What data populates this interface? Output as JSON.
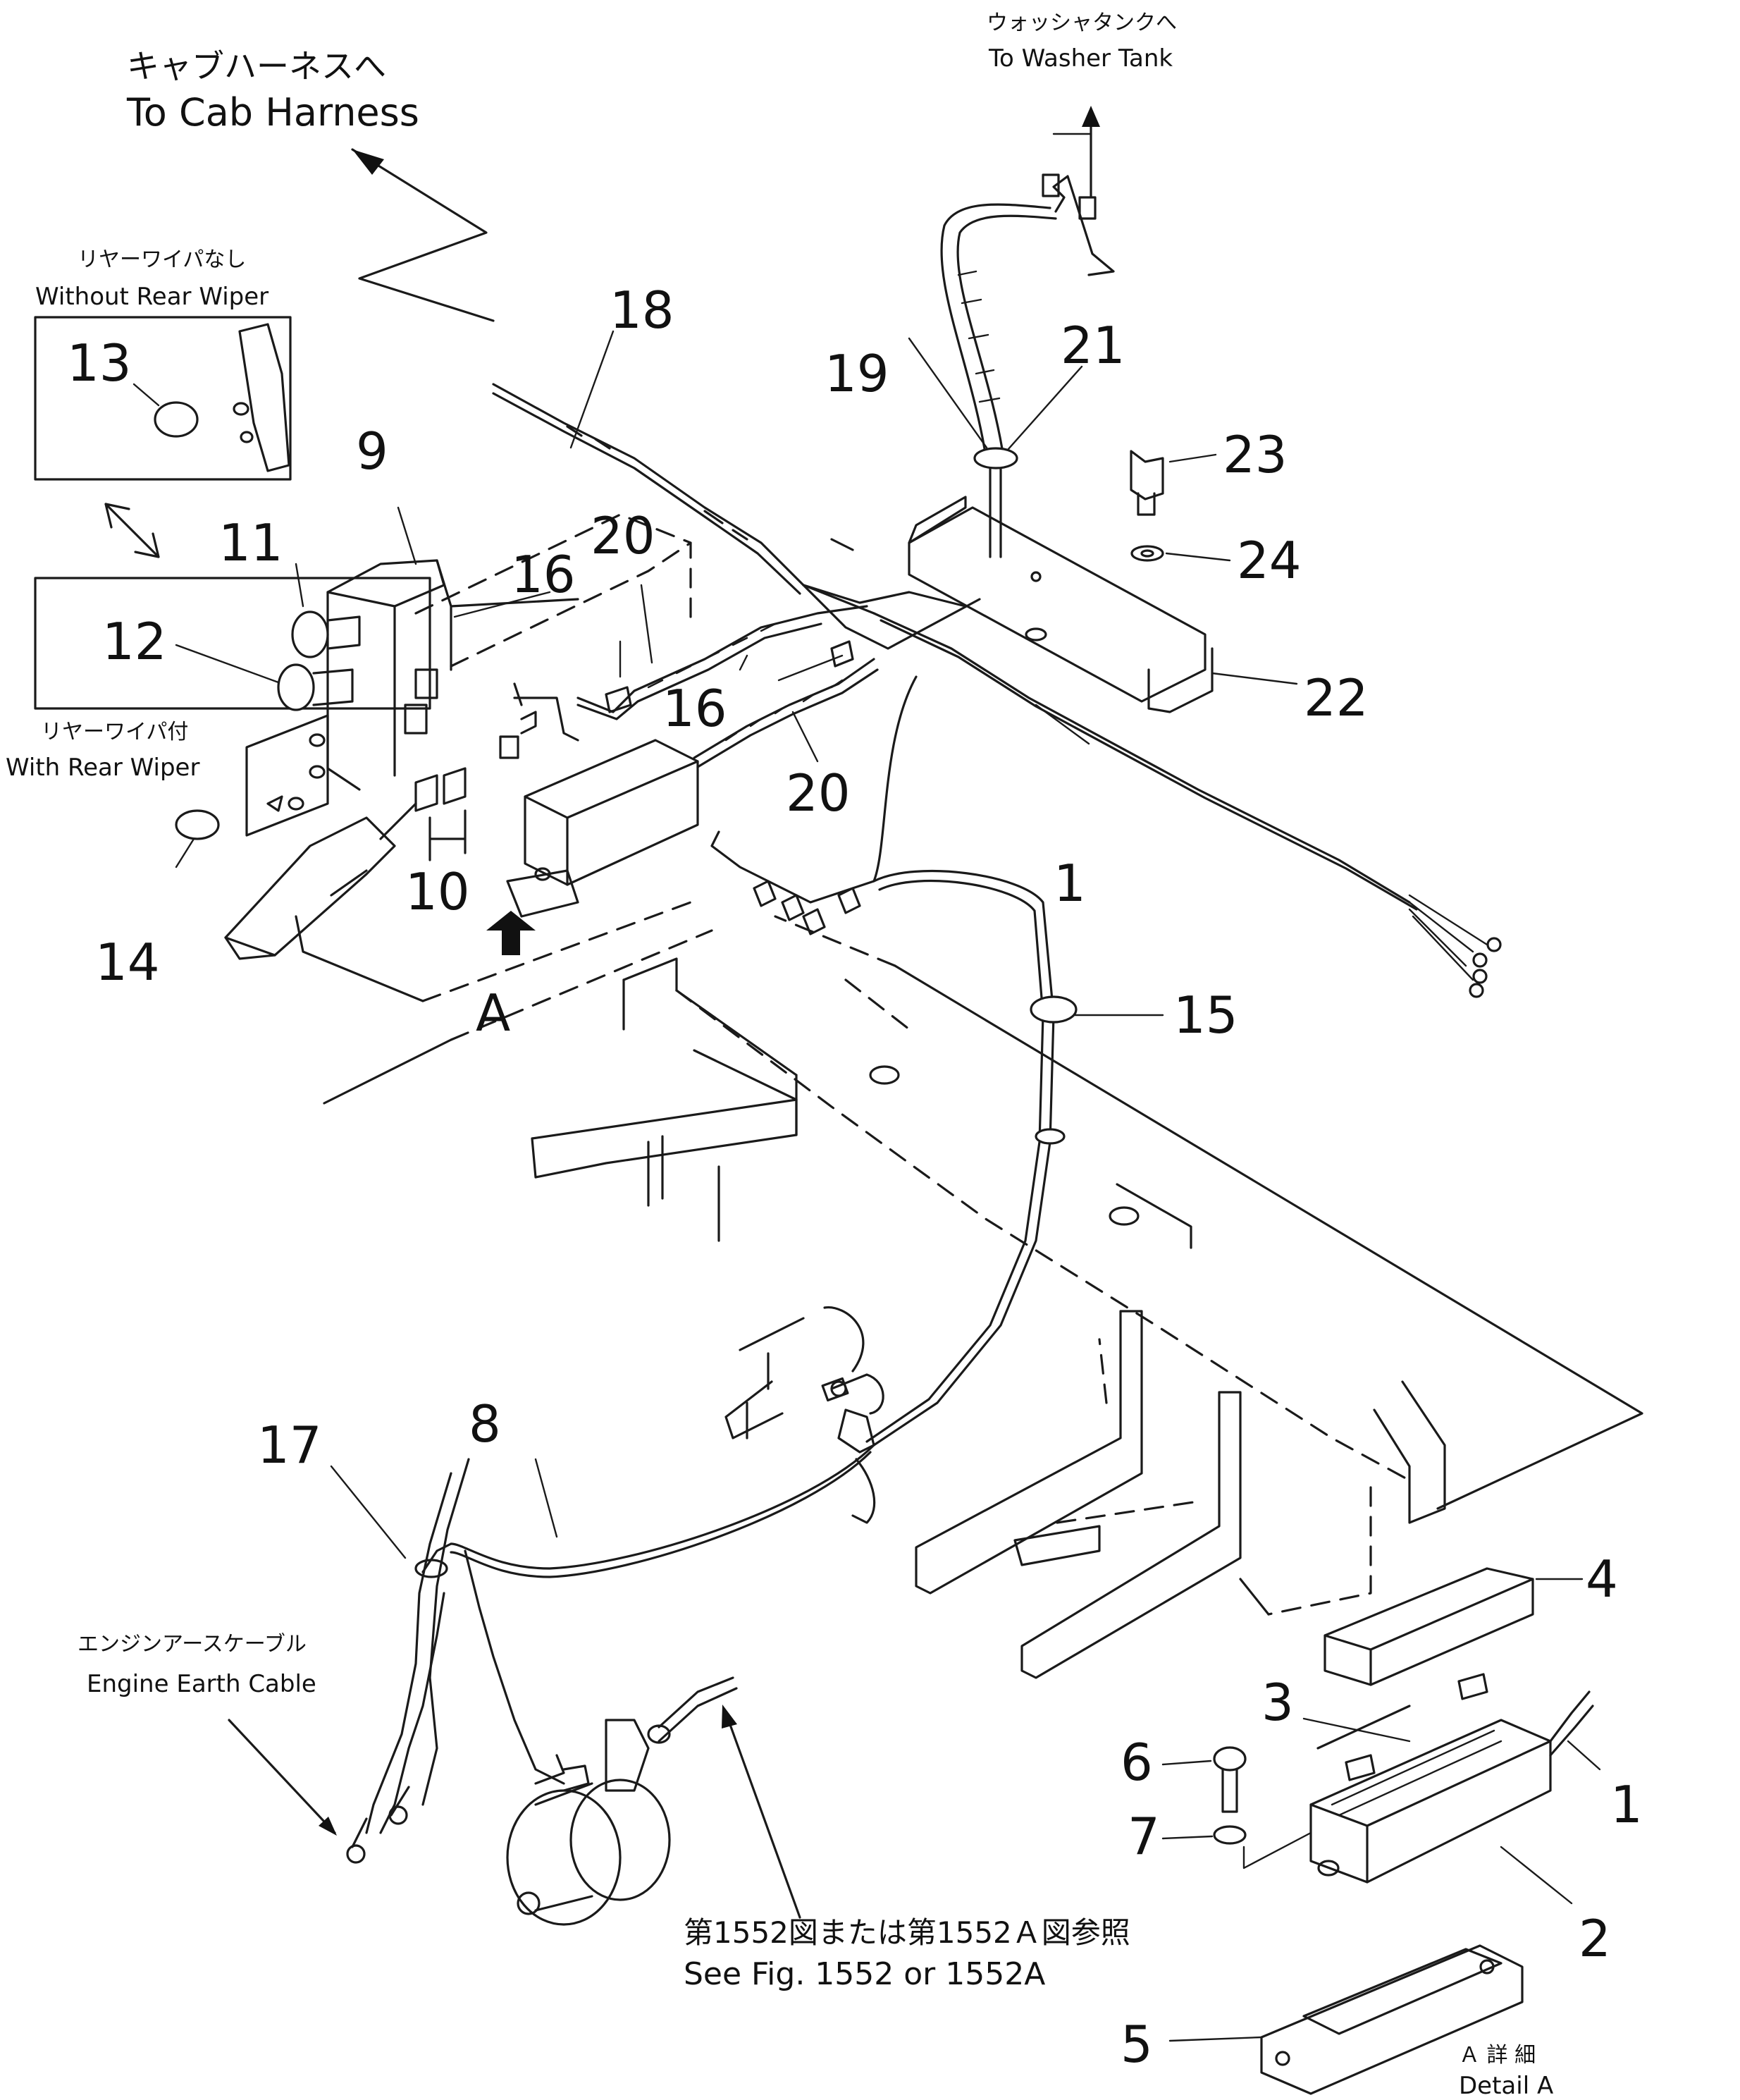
{
  "callouts": {
    "cab_harness_jp": "キャブハーネスへ",
    "cab_harness_en": "To Cab Harness",
    "washer_tank_jp": "ウォッシャタンクへ",
    "washer_tank_en": "To Washer Tank",
    "without_rear_wiper_jp": "リヤーワイパなし",
    "without_rear_wiper_en": "Without Rear Wiper",
    "with_rear_wiper_jp": "リヤーワイパ付",
    "with_rear_wiper_en": "With Rear Wiper",
    "engine_earth_cable_jp": "エンジンアースケーブル",
    "engine_earth_cable_en": "Engine Earth Cable",
    "see_fig_jp": "第1552図または第1552Ａ図参照",
    "see_fig_en": "See  Fig.  1552  or  1552A",
    "detail_a_jp": "Ａ 詳 細",
    "detail_a_en": "Detail  A",
    "view_letter": "A"
  },
  "part_numbers": {
    "p1a": "1",
    "p1b": "1",
    "p2": "2",
    "p3": "3",
    "p4": "4",
    "p5": "5",
    "p6": "6",
    "p7": "7",
    "p8": "8",
    "p9": "9",
    "p10": "10",
    "p11": "11",
    "p12": "12",
    "p13": "13",
    "p14": "14",
    "p15": "15",
    "p16a": "16",
    "p16b": "16",
    "p17": "17",
    "p18": "18",
    "p19": "19",
    "p20a": "20",
    "p20b": "20",
    "p21": "21",
    "p22": "22",
    "p23": "23",
    "p24": "24"
  }
}
